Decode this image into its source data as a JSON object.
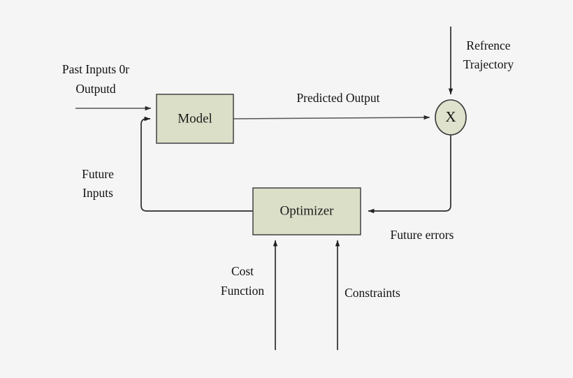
{
  "diagram": {
    "title": "Model Predictive Control block diagram",
    "background_color": "#f5f5f5",
    "block_fill_color": "#dcdfc8",
    "block_border_color": "#4c4c4c",
    "line_color": "#2b2b2b"
  },
  "nodes": {
    "model": {
      "label": "Model",
      "shape": "rectangle"
    },
    "optimizer": {
      "label": "Optimizer",
      "shape": "rectangle"
    },
    "summing_junction": {
      "label": "X",
      "shape": "ellipse"
    }
  },
  "labels": {
    "past_inputs_line1": "Past Inputs 0r",
    "past_inputs_line2": "Outputd",
    "reference_line1": "Refrence",
    "reference_line2": "Trajectory",
    "predicted_output": "Predicted Output",
    "future_inputs_line1": "Future",
    "future_inputs_line2": "Inputs",
    "future_errors": "Future errors",
    "cost_function_line1": "Cost",
    "cost_function_line2": "Function",
    "constraints": "Constraints"
  }
}
